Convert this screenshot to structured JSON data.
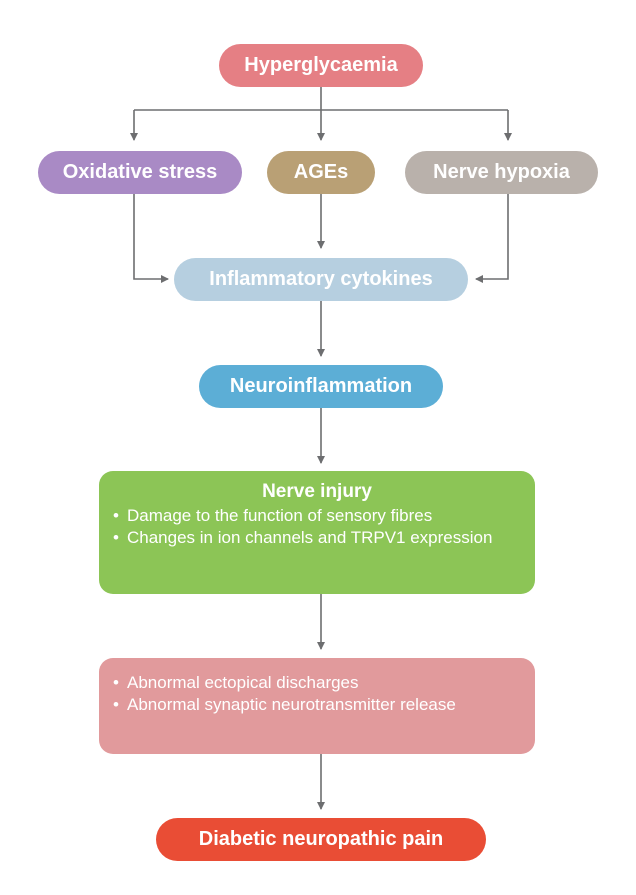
{
  "nodes": {
    "hyperglycaemia": "Hyperglycaemia",
    "oxidative_stress": "Oxidative stress",
    "ages": "AGEs",
    "nerve_hypoxia": "Nerve hypoxia",
    "inflammatory_cytokines": "Inflammatory cytokines",
    "neuroinflammation": "Neuroinflammation",
    "nerve_injury": {
      "title": "Nerve injury",
      "bullets": [
        "Damage to the function of sensory fibres",
        "Changes in ion channels and TRPV1 expression"
      ]
    },
    "abnormal_discharges": {
      "bullets": [
        "Abnormal ectopical discharges",
        "Abnormal synaptic neurotransmitter release"
      ]
    },
    "diabetic_neuropathic_pain": "Diabetic neuropathic pain"
  },
  "colors": {
    "hyperglycaemia": "#e57f84",
    "oxidative_stress": "#a98ac5",
    "ages": "#b9a075",
    "nerve_hypoxia": "#b9b1ab",
    "inflammatory_cytokines": "#b6cfe0",
    "neuroinflammation": "#5caed6",
    "nerve_injury": "#8cc556",
    "abnormal_discharges": "#e19a9c",
    "diabetic_neuropathic_pain": "#e94d35",
    "connector": "#6d6e70"
  }
}
